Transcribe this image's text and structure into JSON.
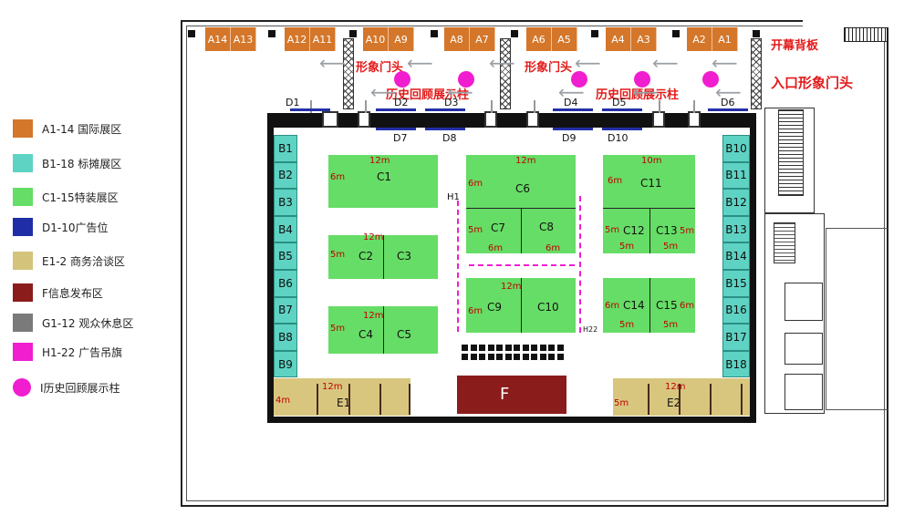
{
  "legend": [
    {
      "label": "A1-14 国际展区",
      "color": "#d4772a",
      "shape": "square"
    },
    {
      "label": "B1-18 标摊展区",
      "color": "#5ed3c3",
      "shape": "square"
    },
    {
      "label": "C1-15特装展区",
      "color": "#66dd66",
      "shape": "square"
    },
    {
      "label": "D1-10广告位",
      "color": "#1f2ea6",
      "shape": "square"
    },
    {
      "label": "E1-2 商务洽谈区",
      "color": "#d4c37a",
      "shape": "square"
    },
    {
      "label": "F信息发布区",
      "color": "#8b1c1c",
      "shape": "square"
    },
    {
      "label": "G1-12 观众休息区",
      "color": "#7a7a7a",
      "shape": "square"
    },
    {
      "label": "H1-22 广告吊旗",
      "color": "#f01ecf",
      "shape": "square"
    },
    {
      "label": "I历史回顾展示柱",
      "color": "#f01ecf",
      "shape": "circle"
    }
  ],
  "a_booths": [
    "A14",
    "A13",
    "A12",
    "A11",
    "A10",
    "A9",
    "A8",
    "A7",
    "A6",
    "A5",
    "A4",
    "A3",
    "A2",
    "A1"
  ],
  "top_labels": {
    "backdrop": "开幕背板",
    "gate1": "形象门头",
    "gate2": "形象门头",
    "history1": "历史回顾展示柱",
    "history2": "历史回顾展示柱",
    "entrance": "入口形象门头"
  },
  "d_labels": {
    "d1": "D1",
    "d2": "D2",
    "d3": "D3",
    "d4": "D4",
    "d5": "D5",
    "d6": "D6",
    "d7": "D7",
    "d8": "D8",
    "d9": "D9",
    "d10": "D10"
  },
  "b_left": [
    "B1",
    "B2",
    "B3",
    "B4",
    "B5",
    "B6",
    "B7",
    "B8",
    "B9"
  ],
  "b_right": [
    "B10",
    "B11",
    "B12",
    "B13",
    "B14",
    "B15",
    "B16",
    "B17",
    "B18"
  ],
  "c": {
    "c1": "C1",
    "c2": "C2",
    "c3": "C3",
    "c4": "C4",
    "c5": "C5",
    "c6": "C6",
    "c7": "C7",
    "c8": "C8",
    "c9": "C9",
    "c10": "C10",
    "c11": "C11",
    "c12": "C12",
    "c13": "C13",
    "c14": "C14",
    "c15": "C15"
  },
  "dims": {
    "m12": "12m",
    "m10": "10m",
    "m6": "6m",
    "m5": "5m",
    "m4": "4m"
  },
  "h": {
    "h1": "H1",
    "h22": "H22"
  },
  "e": {
    "e1": "E1",
    "e2": "E2"
  },
  "f": "F"
}
